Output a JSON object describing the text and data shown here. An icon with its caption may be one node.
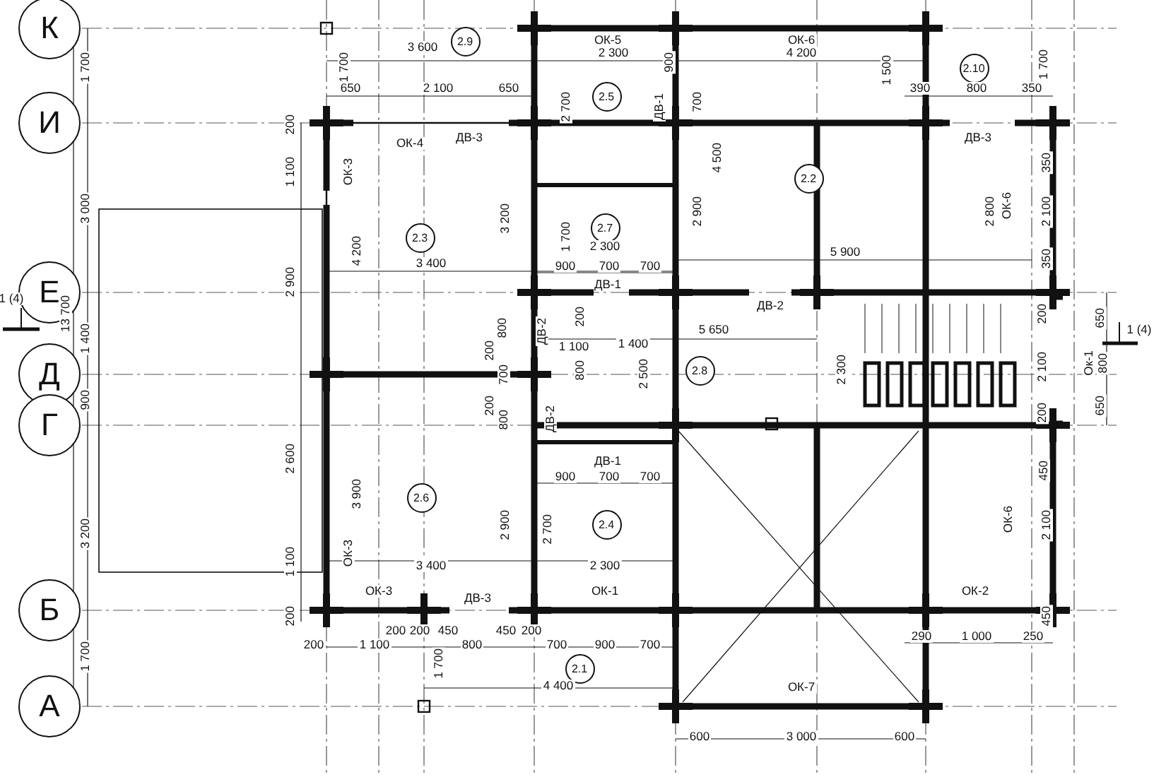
{
  "diagram": {
    "nodes": [
      {
        "text": [
          "К"
        ]
      },
      {
        "text": [
          "2.9"
        ]
      },
      {
        "text": [
          "2.10"
        ]
      },
      {
        "text": [
          "2.5"
        ]
      },
      {
        "text": [
          "И"
        ]
      },
      {
        "text": [
          "2.2"
        ]
      },
      {
        "text": [
          "2.7"
        ]
      },
      {
        "text": [
          "2.3"
        ]
      },
      {
        "text": [
          "Е"
        ]
      },
      {
        "text": [
          "2.8"
        ]
      },
      {
        "text": [
          "Д"
        ]
      },
      {
        "text": [
          "Г"
        ]
      },
      {
        "text": [
          "2.6"
        ]
      },
      {
        "text": [
          "2.4"
        ]
      },
      {
        "text": [
          "Б"
        ]
      },
      {
        "text": [
          "2.1"
        ]
      },
      {
        "text": [
          "А"
        ]
      }
    ],
    "labels": [
      "3 600",
      "ОК-5",
      "2 300",
      "ОК-6",
      "4 200",
      "1 700",
      "1 700",
      "900",
      "1 500",
      "1 700",
      "650",
      "2 100",
      "650",
      "390",
      "800",
      "350",
      "2 700",
      "ДВ-1",
      "700",
      "200",
      "ОК-4",
      "ДВ-3",
      "ДВ-3",
      "4 500",
      "350",
      "1 100",
      "ОК-3",
      "3 000",
      "3 200",
      "2 900",
      "2 800",
      "ОК-6",
      "2 100",
      "1 700",
      "2 300",
      "4 200",
      "5 900",
      "350",
      "3 400",
      "900",
      "700",
      "700",
      "ДВ-1",
      "2 900",
      "ДВ-2",
      "200",
      "650",
      "13 700",
      "800",
      "ДВ-2",
      "200",
      "5 650",
      "1 400",
      "200",
      "1 100",
      "1 400",
      "1 (4)",
      "1 (4)",
      "700",
      "800",
      "2 500",
      "2 300",
      "2 100",
      "Ок-1",
      "800",
      "900",
      "200",
      "800",
      "ДВ-2",
      "200",
      "650",
      "2 600",
      "ДВ-1",
      "450",
      "900",
      "700",
      "700",
      "3 200",
      "3 900",
      "2 900",
      "2 700",
      "ОК-6",
      "2 100",
      "1 100",
      "3 400",
      "2 300",
      "ОК-3",
      "ОК-3",
      "ДВ-3",
      "ОК-1",
      "ОК-2",
      "200",
      "450",
      "200",
      "200",
      "450",
      "450",
      "200",
      "290",
      "1 000",
      "250",
      "200",
      "1 100",
      "800",
      "700",
      "900",
      "700",
      "1 700",
      "1 700",
      "4 400",
      "ОК-7",
      "600",
      "3 000",
      "600"
    ]
  }
}
